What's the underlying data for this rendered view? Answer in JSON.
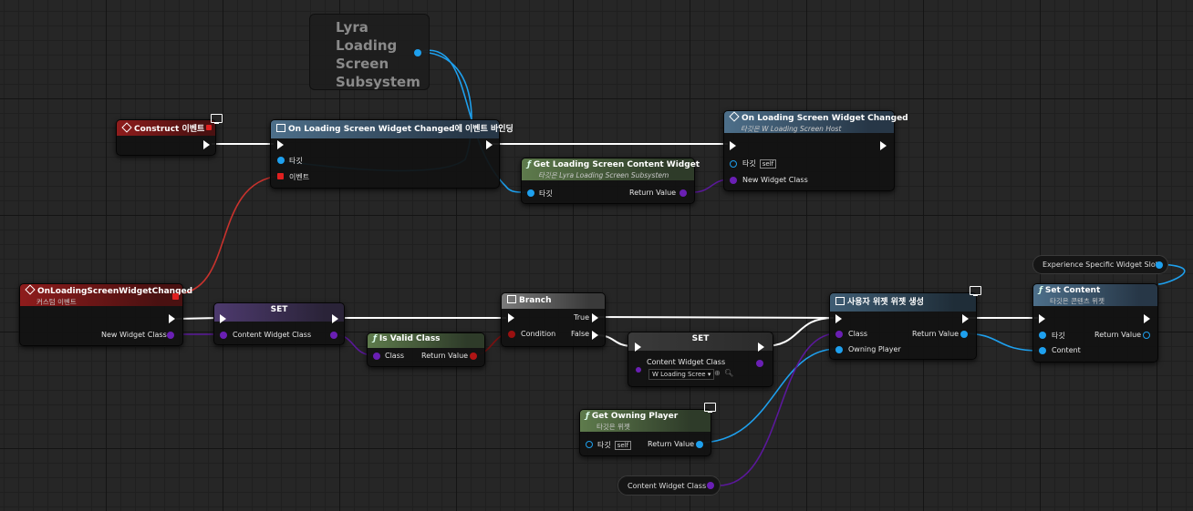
{
  "subsystem_var": {
    "label": "Lyra Loading Screen Subsystem"
  },
  "construct_event": {
    "title": "Construct 이벤트"
  },
  "bind_event": {
    "title": "On Loading Screen Widget Changed에 이벤트 바인딩",
    "target_label": "타깃",
    "event_label": "이벤트"
  },
  "get_content_widget": {
    "title": "Get Loading Screen Content Widget",
    "subtitle": "타깃은 Lyra Loading Screen Subsystem",
    "target_label": "타깃",
    "return_label": "Return Value"
  },
  "on_changed_event": {
    "title": "On Loading Screen Widget Changed",
    "subtitle": "타깃은 W Loading Screen Host",
    "target_label": "타깃",
    "self_label": "self",
    "param_label": "New Widget Class"
  },
  "custom_event": {
    "title": "OnLoadingScreenWidgetChanged",
    "subtitle": "커스텀 이벤트",
    "param_label": "New Widget Class"
  },
  "set_node_1": {
    "title": "SET",
    "param_label": "Content Widget Class"
  },
  "is_valid_class": {
    "title": "Is Valid Class",
    "class_label": "Class",
    "return_label": "Return Value"
  },
  "branch": {
    "title": "Branch",
    "condition_label": "Condition",
    "true_label": "True",
    "false_label": "False"
  },
  "set_node_2": {
    "title": "SET",
    "param_label": "Content Widget Class",
    "dropdown_value": "W Loading Scree"
  },
  "create_widget": {
    "title": "사용자 위젯 위젯 생성",
    "class_label": "Class",
    "owner_label": "Owning Player",
    "return_label": "Return Value"
  },
  "set_content": {
    "title": "Set Content",
    "subtitle": "타깃은 콘텐츠 위젯",
    "target_label": "타깃",
    "content_label": "Content",
    "return_label": "Return Value"
  },
  "slot_var": {
    "label": "Experience Specific Widget Slot"
  },
  "get_owning_player": {
    "title": "Get Owning Player",
    "subtitle": "타깃은 위젯",
    "target_label": "타깃",
    "self_label": "self",
    "return_label": "Return Value"
  },
  "content_class_var": {
    "label": "Content Widget Class"
  },
  "colors": {
    "exec_wire": "#ffffff",
    "object_wire": "#1ea0ee",
    "class_wire": "#5a189a",
    "delegate_wire": "#c8322d"
  }
}
